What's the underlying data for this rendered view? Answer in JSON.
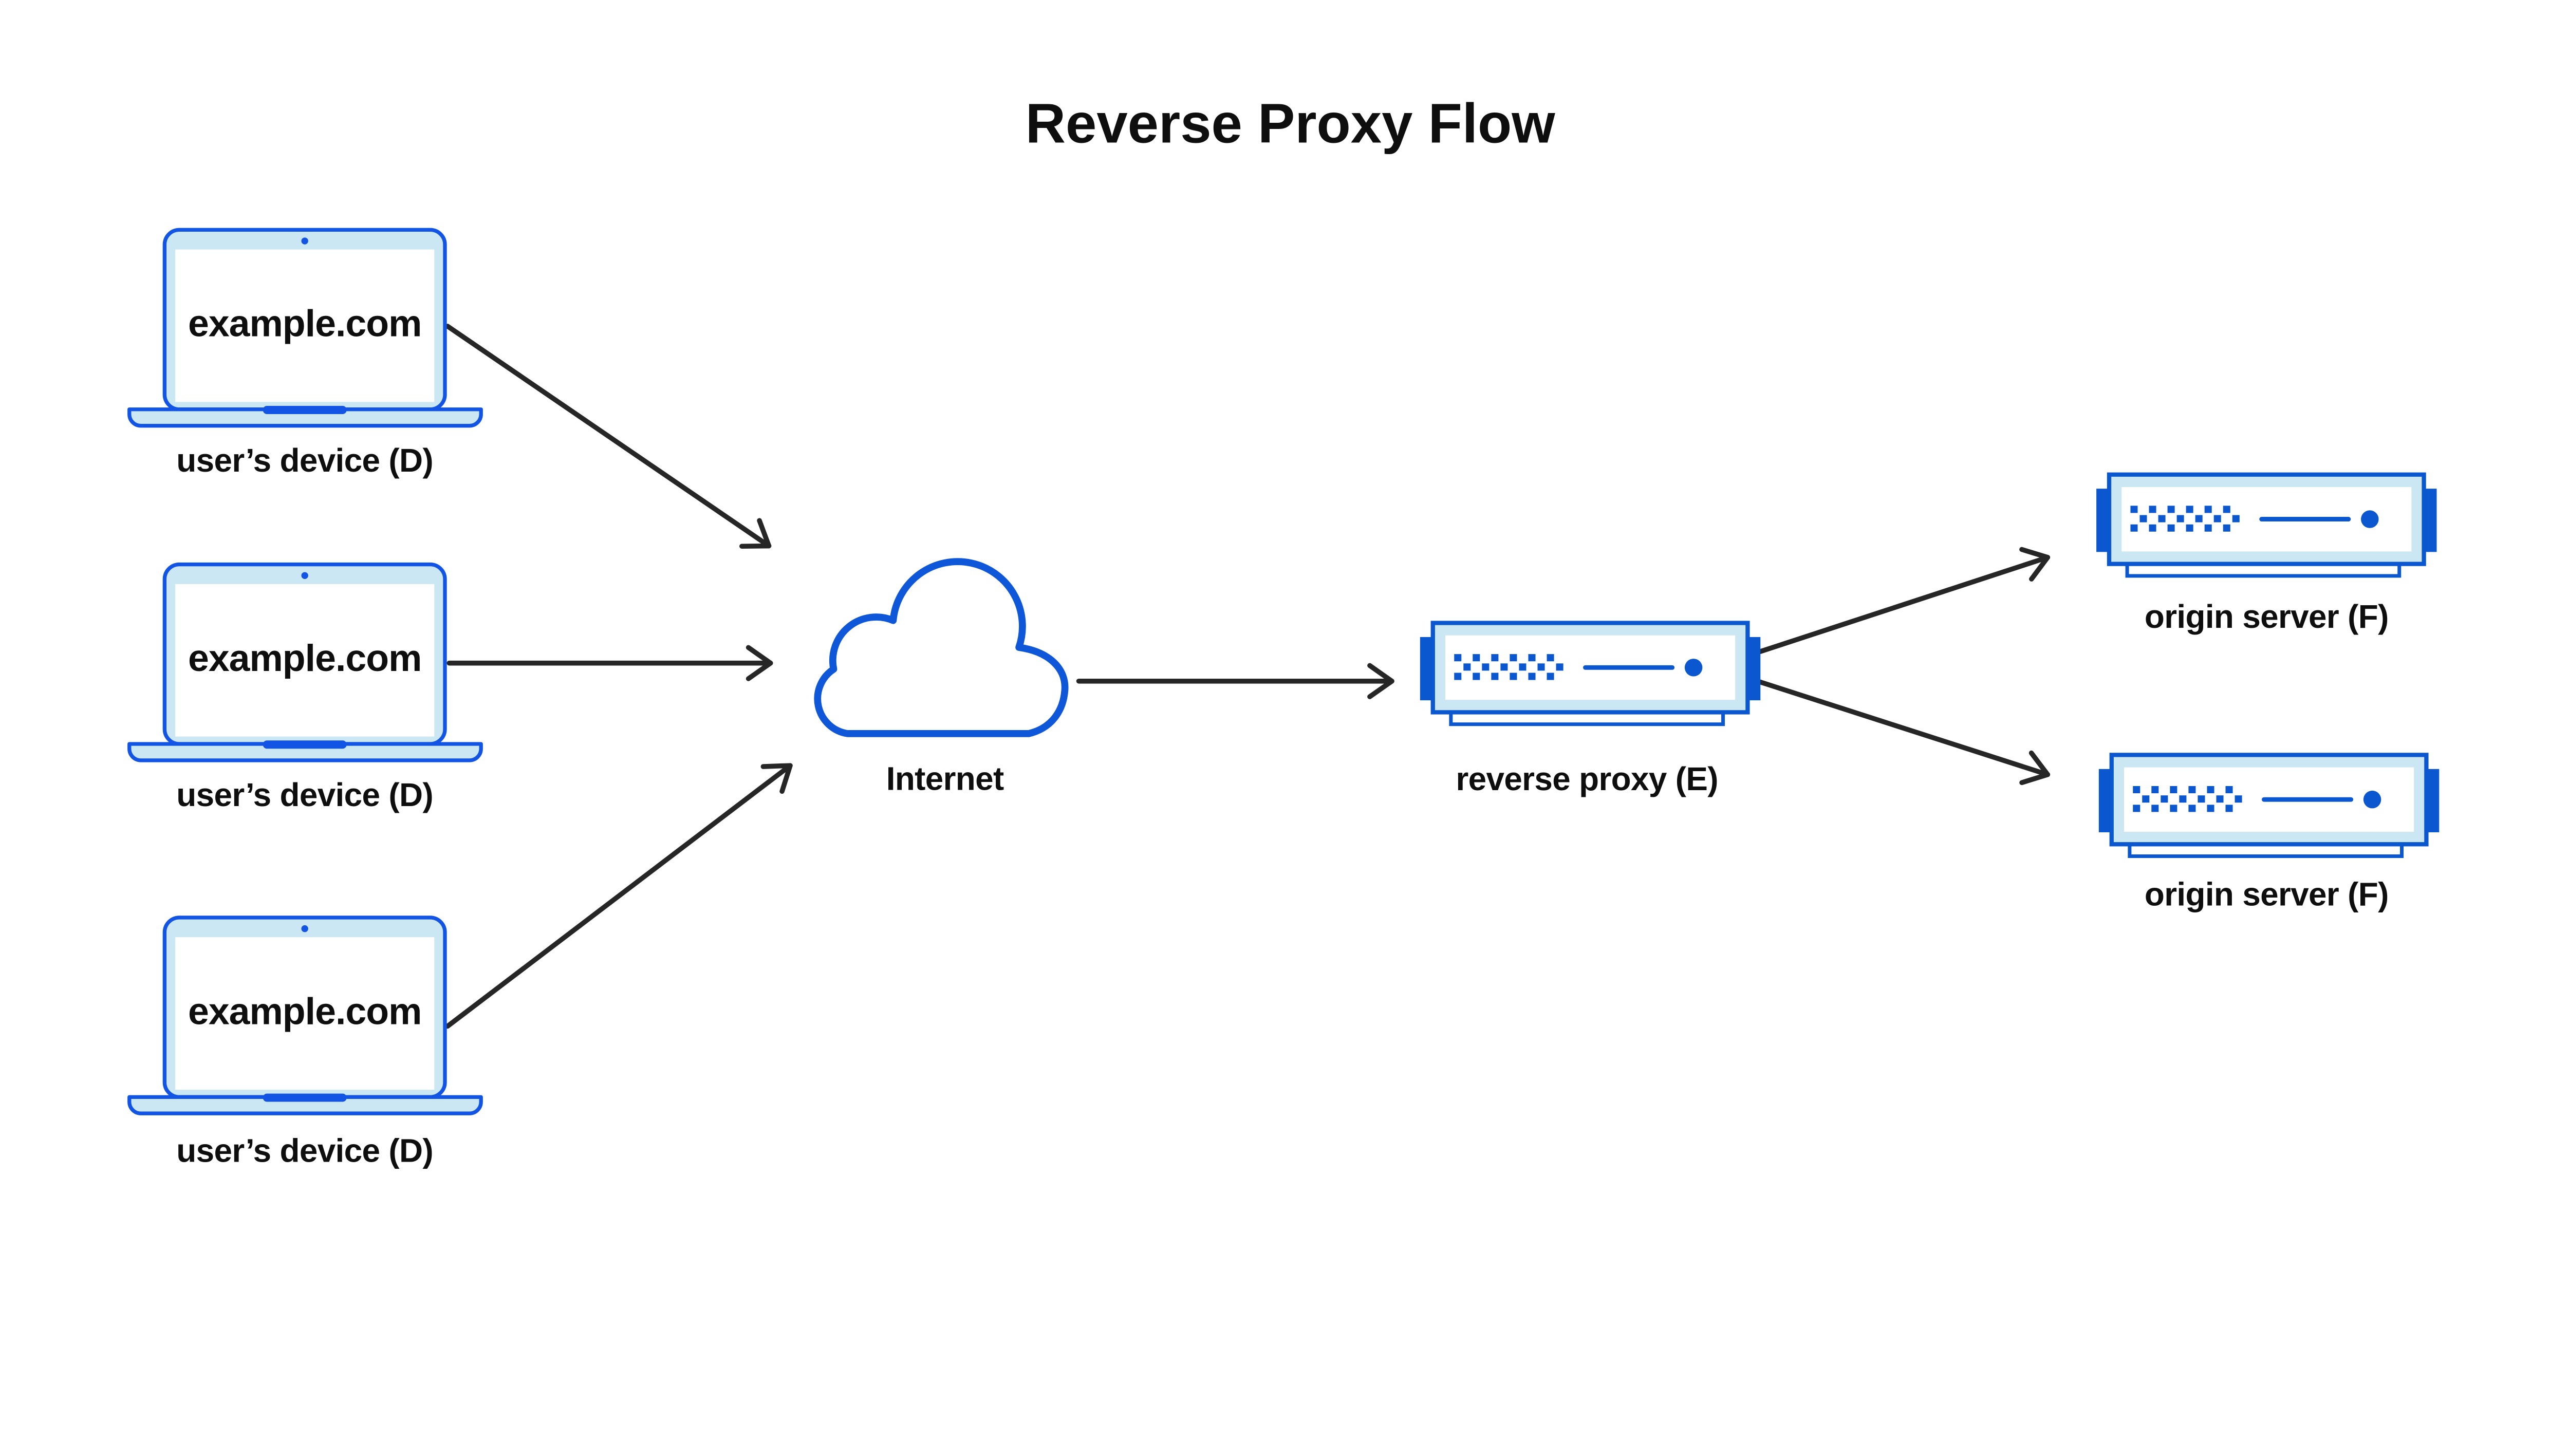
{
  "title": "Reverse Proxy Flow",
  "user_devices": [
    {
      "screen": "example.com",
      "label": "user’s device (D)"
    },
    {
      "screen": "example.com",
      "label": "user’s device (D)"
    },
    {
      "screen": "example.com",
      "label": "user’s device (D)"
    }
  ],
  "internet": {
    "label": "Internet"
  },
  "reverse_proxy": {
    "label": "reverse proxy (E)"
  },
  "origin_servers": [
    {
      "label": "origin server (F)"
    },
    {
      "label": "origin server (F)"
    }
  ],
  "icons": {
    "laptop": "laptop-icon",
    "cloud": "cloud-icon",
    "server": "server-rack-icon",
    "arrow": "arrow-right-icon"
  },
  "colors": {
    "blue_stroke": "#0e57d9",
    "blue_solid": "#0b57d0",
    "laptop_blue": "#1254e4",
    "light_blue": "#cbe7f3",
    "arrow": "#262626",
    "text": "#0e0e0e",
    "background": "#ffffff"
  }
}
